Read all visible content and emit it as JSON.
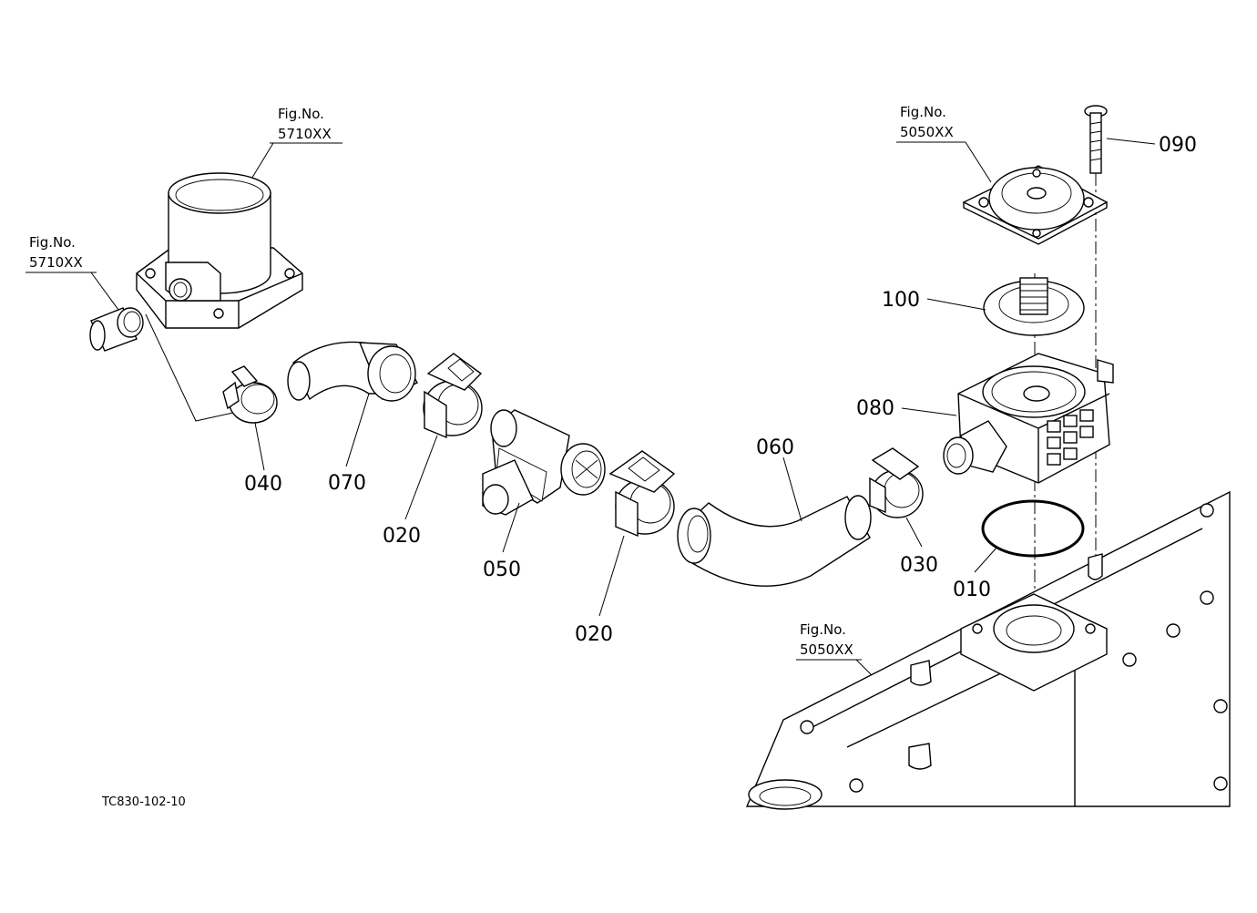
{
  "drawing_code": "TC830-102-10",
  "figure_refs": [
    {
      "label": "Fig.No.",
      "number": "5710XX"
    },
    {
      "label": "Fig.No.",
      "number": "5710XX"
    },
    {
      "label": "Fig.No.",
      "number": "5050XX"
    },
    {
      "label": "Fig.No.",
      "number": "5050XX"
    }
  ],
  "callouts": [
    "090",
    "100",
    "080",
    "060",
    "040",
    "070",
    "020",
    "050",
    "020",
    "030",
    "010"
  ]
}
